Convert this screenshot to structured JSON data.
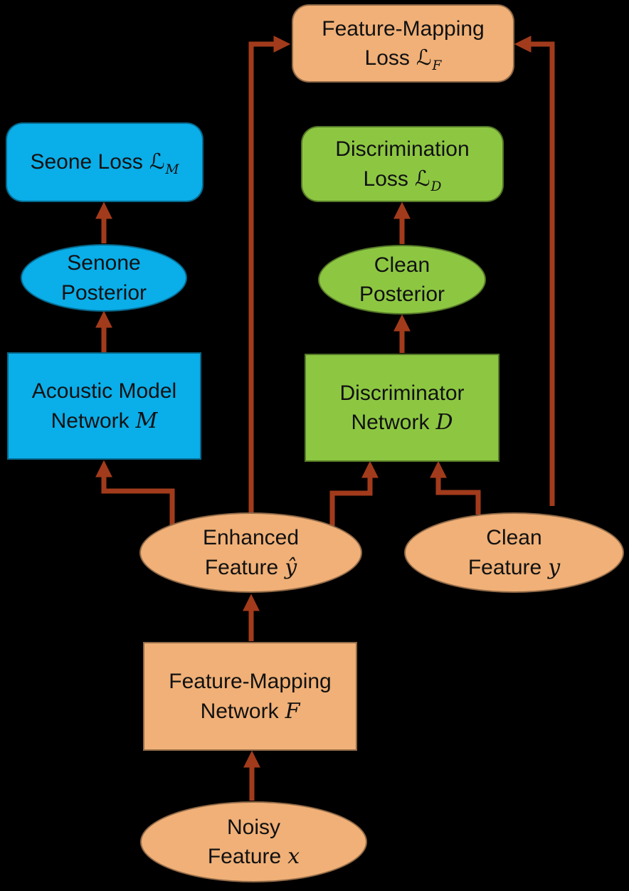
{
  "colors": {
    "background": "#000000",
    "orange": "#F0B077",
    "blue": "#0AAEE9",
    "green": "#8DC742",
    "arrow": "#A23B1B",
    "text": "#111111"
  },
  "nodes": {
    "feature_mapping_loss": {
      "line1": "Feature-Mapping",
      "line2": "Loss",
      "symbol": "ℒ",
      "subscript": "F"
    },
    "seone_loss": {
      "line1": "Seone Loss",
      "symbol": "ℒ",
      "subscript": "M"
    },
    "senone_posterior": {
      "line1": "Senone",
      "line2": "Posterior"
    },
    "acoustic_model": {
      "line1": "Acoustic Model",
      "line2": "Network",
      "variable": "M"
    },
    "discrimination_loss": {
      "line1": "Discrimination",
      "line2": "Loss",
      "symbol": "ℒ",
      "subscript": "D"
    },
    "clean_posterior": {
      "line1": "Clean",
      "line2": "Posterior"
    },
    "discriminator": {
      "line1": "Discriminator",
      "line2": "Network",
      "variable": "D"
    },
    "enhanced_feature": {
      "line1": "Enhanced",
      "line2": "Feature",
      "variable": "ŷ"
    },
    "clean_feature": {
      "line1": "Clean",
      "line2": "Feature",
      "variable": "y"
    },
    "feature_mapping_network": {
      "line1": "Feature-Mapping",
      "line2": "Network",
      "variable": "F"
    },
    "noisy_feature": {
      "line1": "Noisy",
      "line2": "Feature",
      "variable": "x"
    }
  },
  "edges": [
    {
      "from": "acoustic_model",
      "to": "senone_posterior"
    },
    {
      "from": "senone_posterior",
      "to": "seone_loss"
    },
    {
      "from": "discriminator",
      "to": "clean_posterior"
    },
    {
      "from": "clean_posterior",
      "to": "discrimination_loss"
    },
    {
      "from": "enhanced_feature",
      "to": "acoustic_model"
    },
    {
      "from": "enhanced_feature",
      "to": "feature_mapping_loss"
    },
    {
      "from": "enhanced_feature",
      "to": "discriminator"
    },
    {
      "from": "clean_feature",
      "to": "discriminator"
    },
    {
      "from": "clean_feature",
      "to": "feature_mapping_loss"
    },
    {
      "from": "feature_mapping_network",
      "to": "enhanced_feature"
    },
    {
      "from": "noisy_feature",
      "to": "feature_mapping_network"
    }
  ]
}
